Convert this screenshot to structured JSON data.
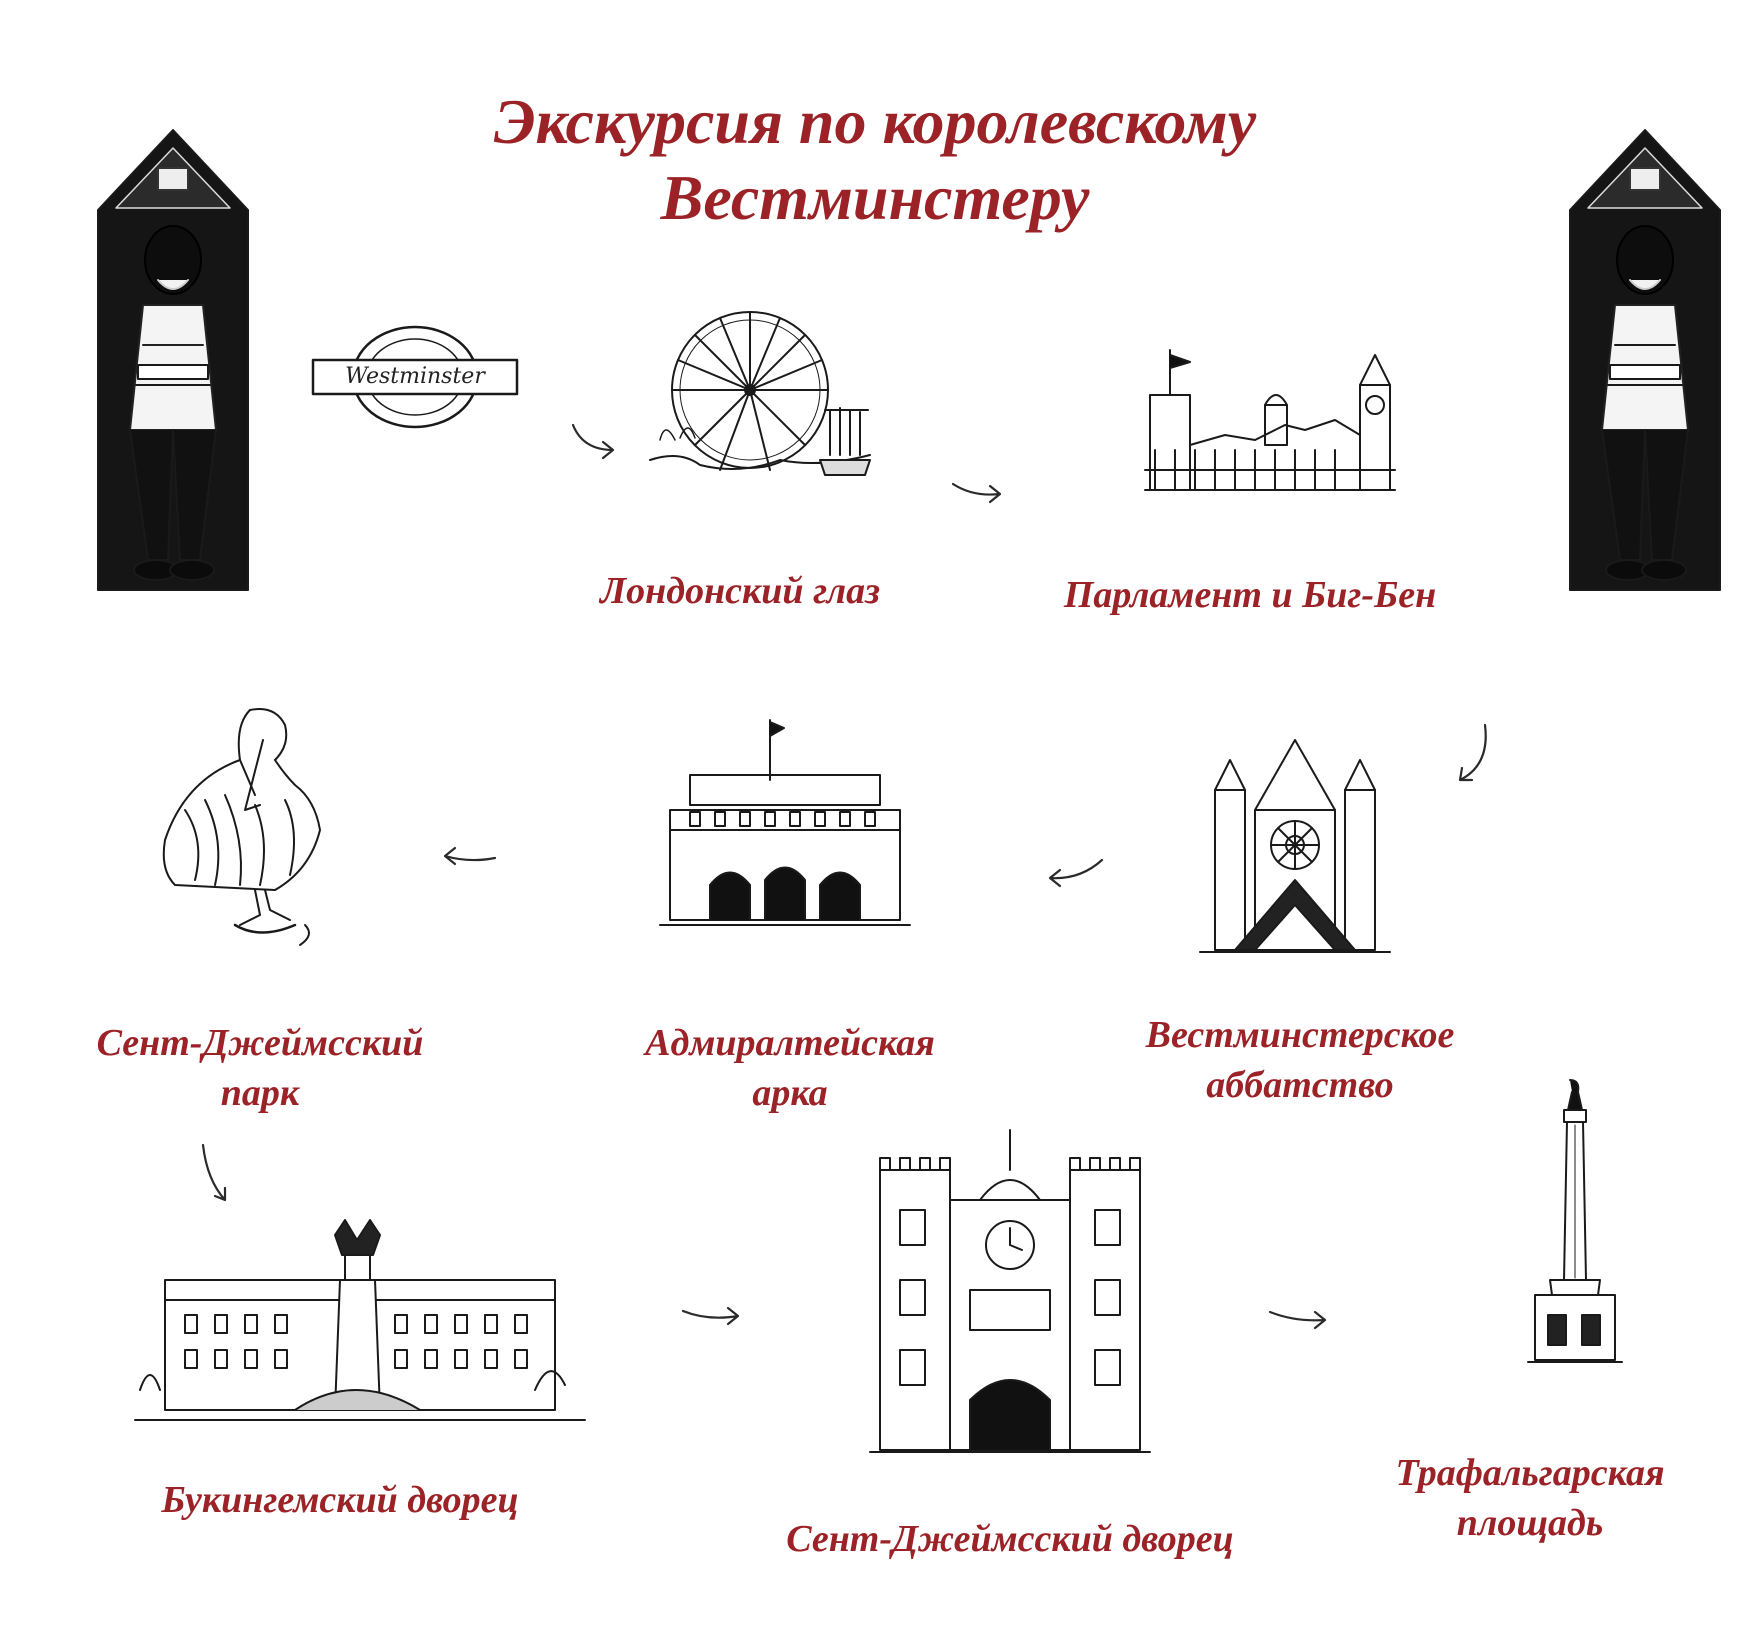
{
  "title": {
    "line1": "Экскурсия по королевскому",
    "line2": "Вестминстеру"
  },
  "sign": {
    "text": "Westminster"
  },
  "stops": [
    {
      "label_lines": [
        "Лондонский глаз"
      ],
      "sketch": "london-eye"
    },
    {
      "label_lines": [
        "Парламент и Биг-Бен"
      ],
      "sketch": "parliament-big-ben"
    },
    {
      "label_lines": [
        "Вестминстерское",
        "аббатство"
      ],
      "sketch": "westminster-abbey"
    },
    {
      "label_lines": [
        "Адмиралтейская",
        "арка"
      ],
      "sketch": "admiralty-arch"
    },
    {
      "label_lines": [
        "Сент-Джеймсский",
        "парк"
      ],
      "sketch": "pelican"
    },
    {
      "label_lines": [
        "Букингемский дворец"
      ],
      "sketch": "buckingham-palace"
    },
    {
      "label_lines": [
        "Сент-Джеймсский дворец"
      ],
      "sketch": "st-james-palace"
    },
    {
      "label_lines": [
        "Трафальгарская",
        "площадь"
      ],
      "sketch": "nelsons-column"
    }
  ],
  "colors": {
    "accent": "#9b2226",
    "ink": "#1a1a1a"
  }
}
